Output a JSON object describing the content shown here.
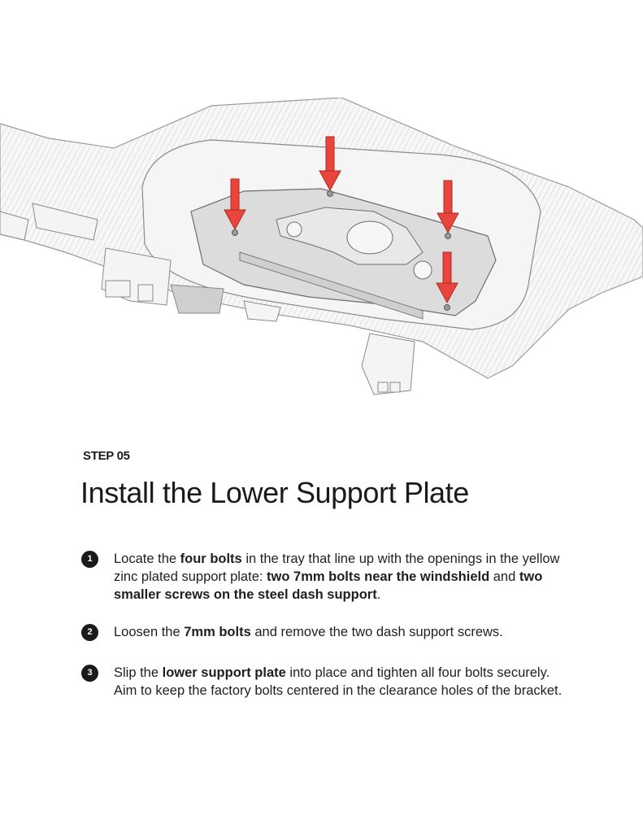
{
  "step_label": "STEP 05",
  "title": "Install the Lower Support Plate",
  "steps": [
    {
      "number": "1",
      "parts": [
        {
          "t": "Locate the ",
          "b": false
        },
        {
          "t": "four bolts",
          "b": true
        },
        {
          "t": " in the tray that line up with the openings in the yellow zinc plated support plate: ",
          "b": false
        },
        {
          "t": "two 7mm bolts near the windshield",
          "b": true
        },
        {
          "t": " and ",
          "b": false
        },
        {
          "t": "two smaller screws on the steel dash support",
          "b": true
        },
        {
          "t": ".",
          "b": false
        }
      ]
    },
    {
      "number": "2",
      "parts": [
        {
          "t": "Loosen the ",
          "b": false
        },
        {
          "t": "7mm bolts",
          "b": true
        },
        {
          "t": " and remove the two dash support screws.",
          "b": false
        }
      ]
    },
    {
      "number": "3",
      "parts": [
        {
          "t": "Slip the ",
          "b": false
        },
        {
          "t": "lower support plate",
          "b": true
        },
        {
          "t": " into place and tighten all four bolts securely. Aim to keep the factory bolts centered in the clearance holes of the bracket.",
          "b": false
        }
      ]
    }
  ],
  "colors": {
    "text": "#1a1a1a",
    "arrow": "#e8453c",
    "part_fill": "#f4f4f4",
    "plate_fill": "#dcdcdc"
  }
}
